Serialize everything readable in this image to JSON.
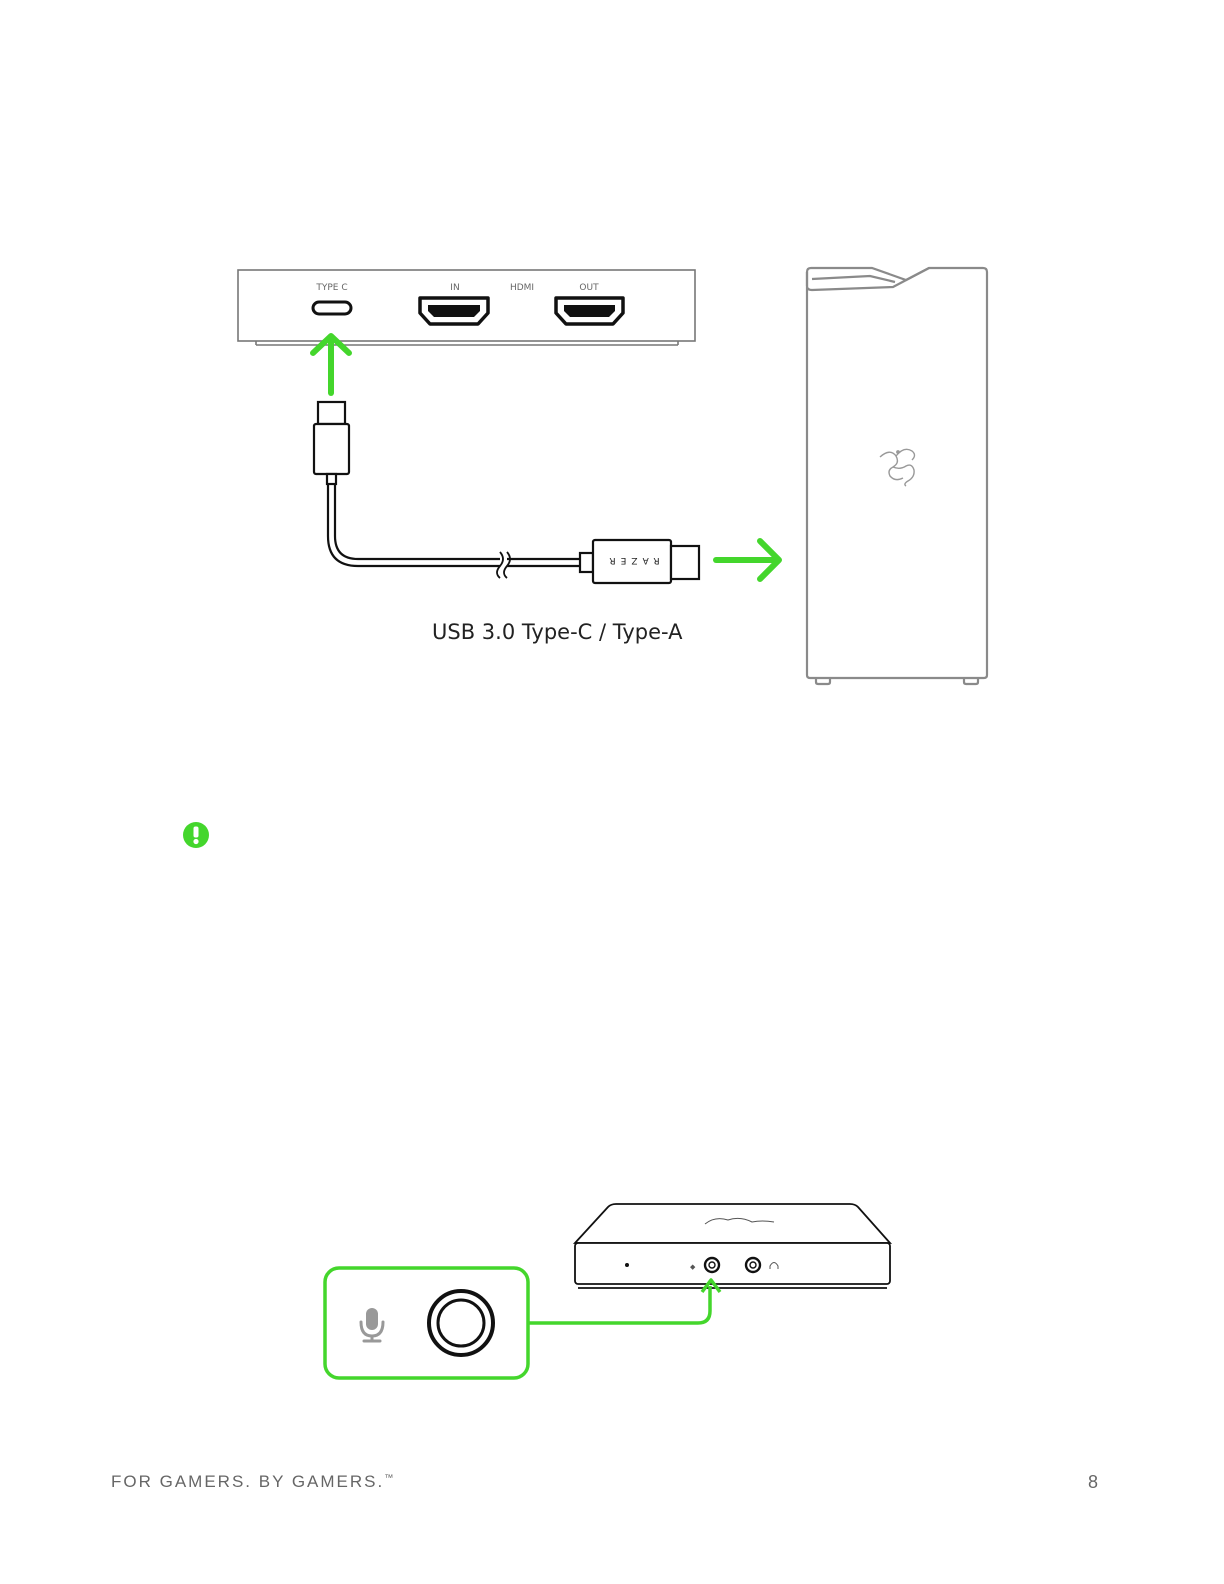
{
  "diagram1": {
    "port_labels": {
      "type_c": "TYPE C",
      "in": "IN",
      "hdmi": "HDMI",
      "out": "OUT"
    },
    "cable_brand": "RAZER",
    "caption": "USB 3.0 Type-C / Type-A"
  },
  "footer": {
    "tagline": "FOR GAMERS. BY GAMERS.",
    "trademark": "™",
    "page_number": "8"
  },
  "colors": {
    "accent": "#44d62c",
    "line": "#111111",
    "gray": "#888888"
  },
  "icons": [
    "warning-icon",
    "razer-logo-icon",
    "microphone-icon",
    "headphones-icon"
  ]
}
